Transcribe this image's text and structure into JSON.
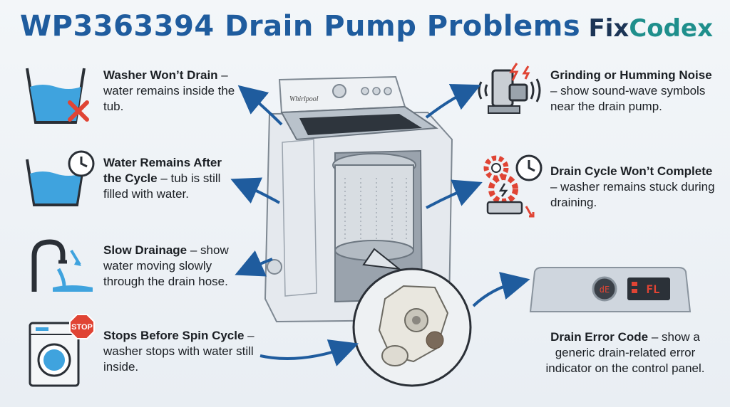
{
  "title": "WP3363394 Drain Pump Problems",
  "brand": {
    "part1": "Fix",
    "part2": "Codex"
  },
  "washer_logo": "Whirlpool",
  "display_code": "FL",
  "knob_code": "dE",
  "stop_sign": "STOP",
  "items": [
    {
      "bold": "Washer Won’t Drain",
      "rest": " – water remains inside the tub.",
      "icon": "tub-x-icon"
    },
    {
      "bold": "Water Remains After the Cycle",
      "rest": " – tub is still filled with water.",
      "icon": "tub-clock-icon"
    },
    {
      "bold": "Slow Drainage",
      "rest": " – show water moving slowly through the drain hose.",
      "icon": "faucet-drain-icon"
    },
    {
      "bold": "Stops Before Spin Cycle",
      "rest": " – washer stops with water still inside.",
      "icon": "washer-stop-icon"
    },
    {
      "bold": "Grinding or Humming Noise",
      "rest": " – show sound-wave symbols near the drain pump.",
      "icon": "pump-noise-icon"
    },
    {
      "bold": "Drain Cycle Won’t Complete",
      "rest": " – washer remains stuck during draining.",
      "icon": "gears-clock-icon"
    },
    {
      "bold": "Drain Error Code",
      "rest": " – show a generic drain-related error indicator on the control panel.",
      "icon": "control-panel-icon"
    }
  ],
  "colors": {
    "title": "#1f5c9e",
    "brand_dark": "#1c3556",
    "brand_teal": "#1f8f8c",
    "water": "#3fa3de",
    "alert": "#e04434",
    "arrow": "#1f5c9e"
  }
}
